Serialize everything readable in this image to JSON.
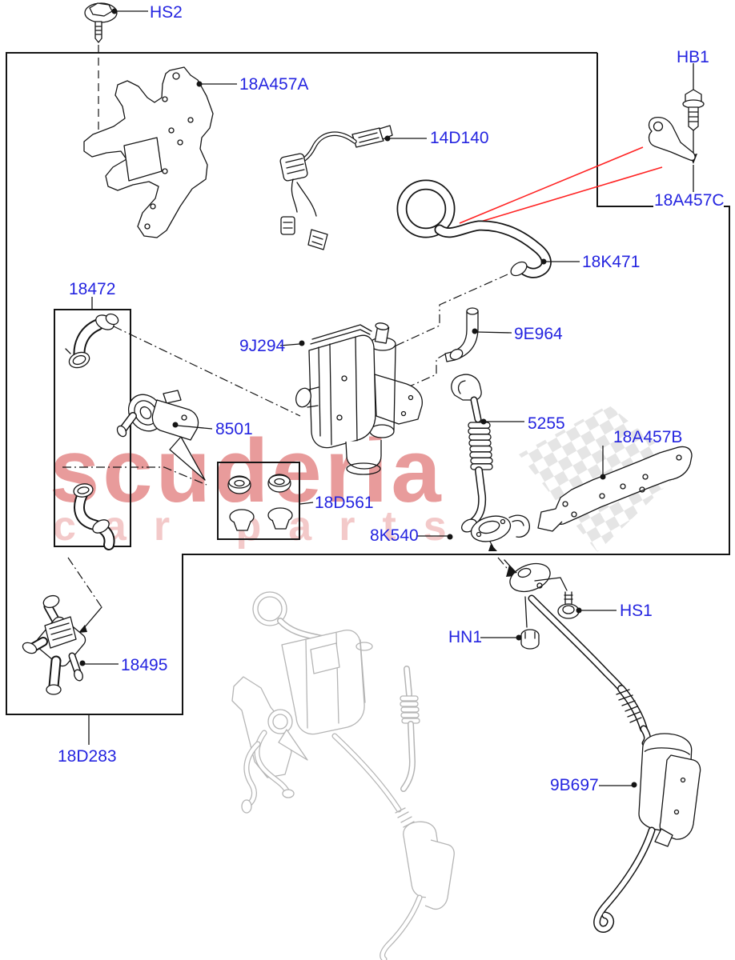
{
  "diagram": {
    "type": "parts-diagram",
    "watermark": {
      "line1": "scuderia",
      "line2": "car parts"
    },
    "colors": {
      "label": "#2424e0",
      "line": "#151515",
      "leader_red": "#ff2222",
      "watermark_main": "#e89b9b",
      "watermark_sub": "#f3c9c9",
      "faded_part": "#b5b5b5",
      "flag_checker": "#cfcfcf"
    },
    "labels": [
      {
        "id": "hs2",
        "text": "HS2"
      },
      {
        "id": "18a457a",
        "text": "18A457A"
      },
      {
        "id": "14d140",
        "text": "14D140"
      },
      {
        "id": "hb1",
        "text": "HB1"
      },
      {
        "id": "18a457c",
        "text": "18A457C"
      },
      {
        "id": "18k471",
        "text": "18K471"
      },
      {
        "id": "18472",
        "text": "18472"
      },
      {
        "id": "9j294",
        "text": "9J294"
      },
      {
        "id": "9e964",
        "text": "9E964"
      },
      {
        "id": "8501",
        "text": "8501"
      },
      {
        "id": "5255",
        "text": "5255"
      },
      {
        "id": "18a457b",
        "text": "18A457B"
      },
      {
        "id": "18d561",
        "text": "18D561"
      },
      {
        "id": "8k540",
        "text": "8K540"
      },
      {
        "id": "hs1",
        "text": "HS1"
      },
      {
        "id": "hn1",
        "text": "HN1"
      },
      {
        "id": "18495",
        "text": "18495"
      },
      {
        "id": "18d283",
        "text": "18D283"
      },
      {
        "id": "9b697",
        "text": "9B697"
      }
    ]
  }
}
